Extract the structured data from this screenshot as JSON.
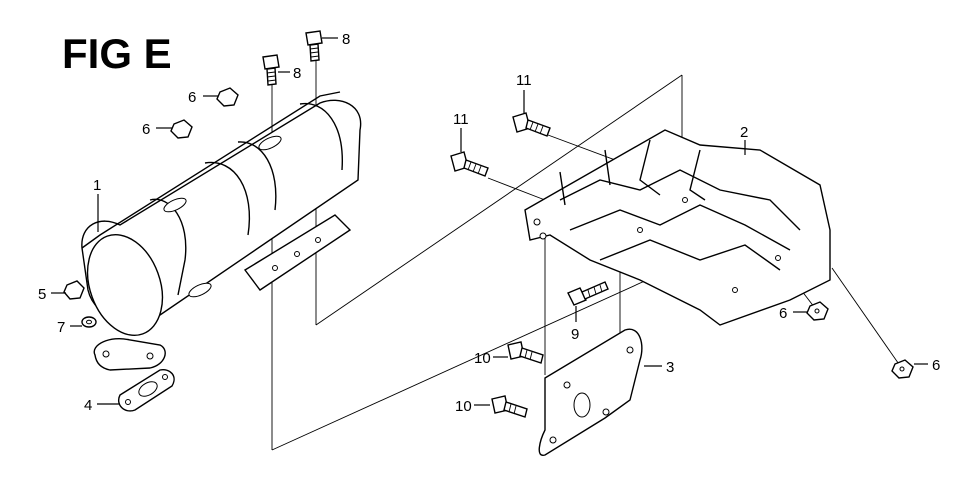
{
  "figure": {
    "title": "FIG E"
  },
  "callouts": {
    "c1": "1",
    "c2": "2",
    "c3": "3",
    "c4": "4",
    "c5": "5",
    "c6a": "6",
    "c6b": "6",
    "c6c": "6",
    "c6d": "6",
    "c7": "7",
    "c8a": "8",
    "c8b": "8",
    "c9": "9",
    "c10a": "10",
    "c10b": "10",
    "c11a": "11",
    "c11b": "11"
  }
}
